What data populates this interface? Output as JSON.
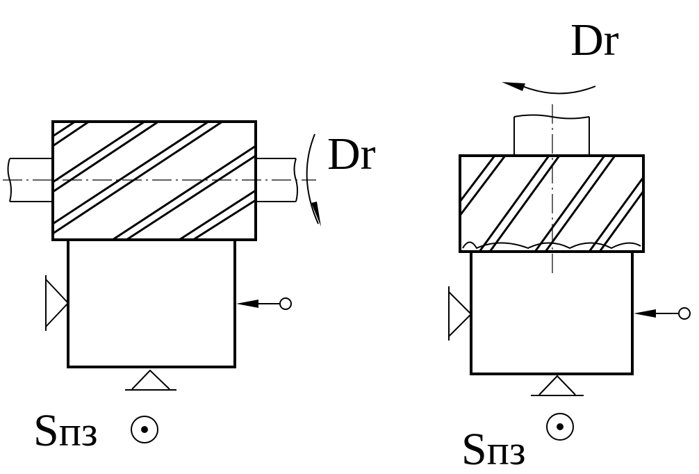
{
  "diagram": {
    "left_figure": {
      "rotation_label": "Dr",
      "feed_label_main": "S",
      "feed_label_sub": "пз"
    },
    "right_figure": {
      "rotation_label": "Dr",
      "feed_label_main": "S",
      "feed_label_sub": "пз"
    }
  }
}
